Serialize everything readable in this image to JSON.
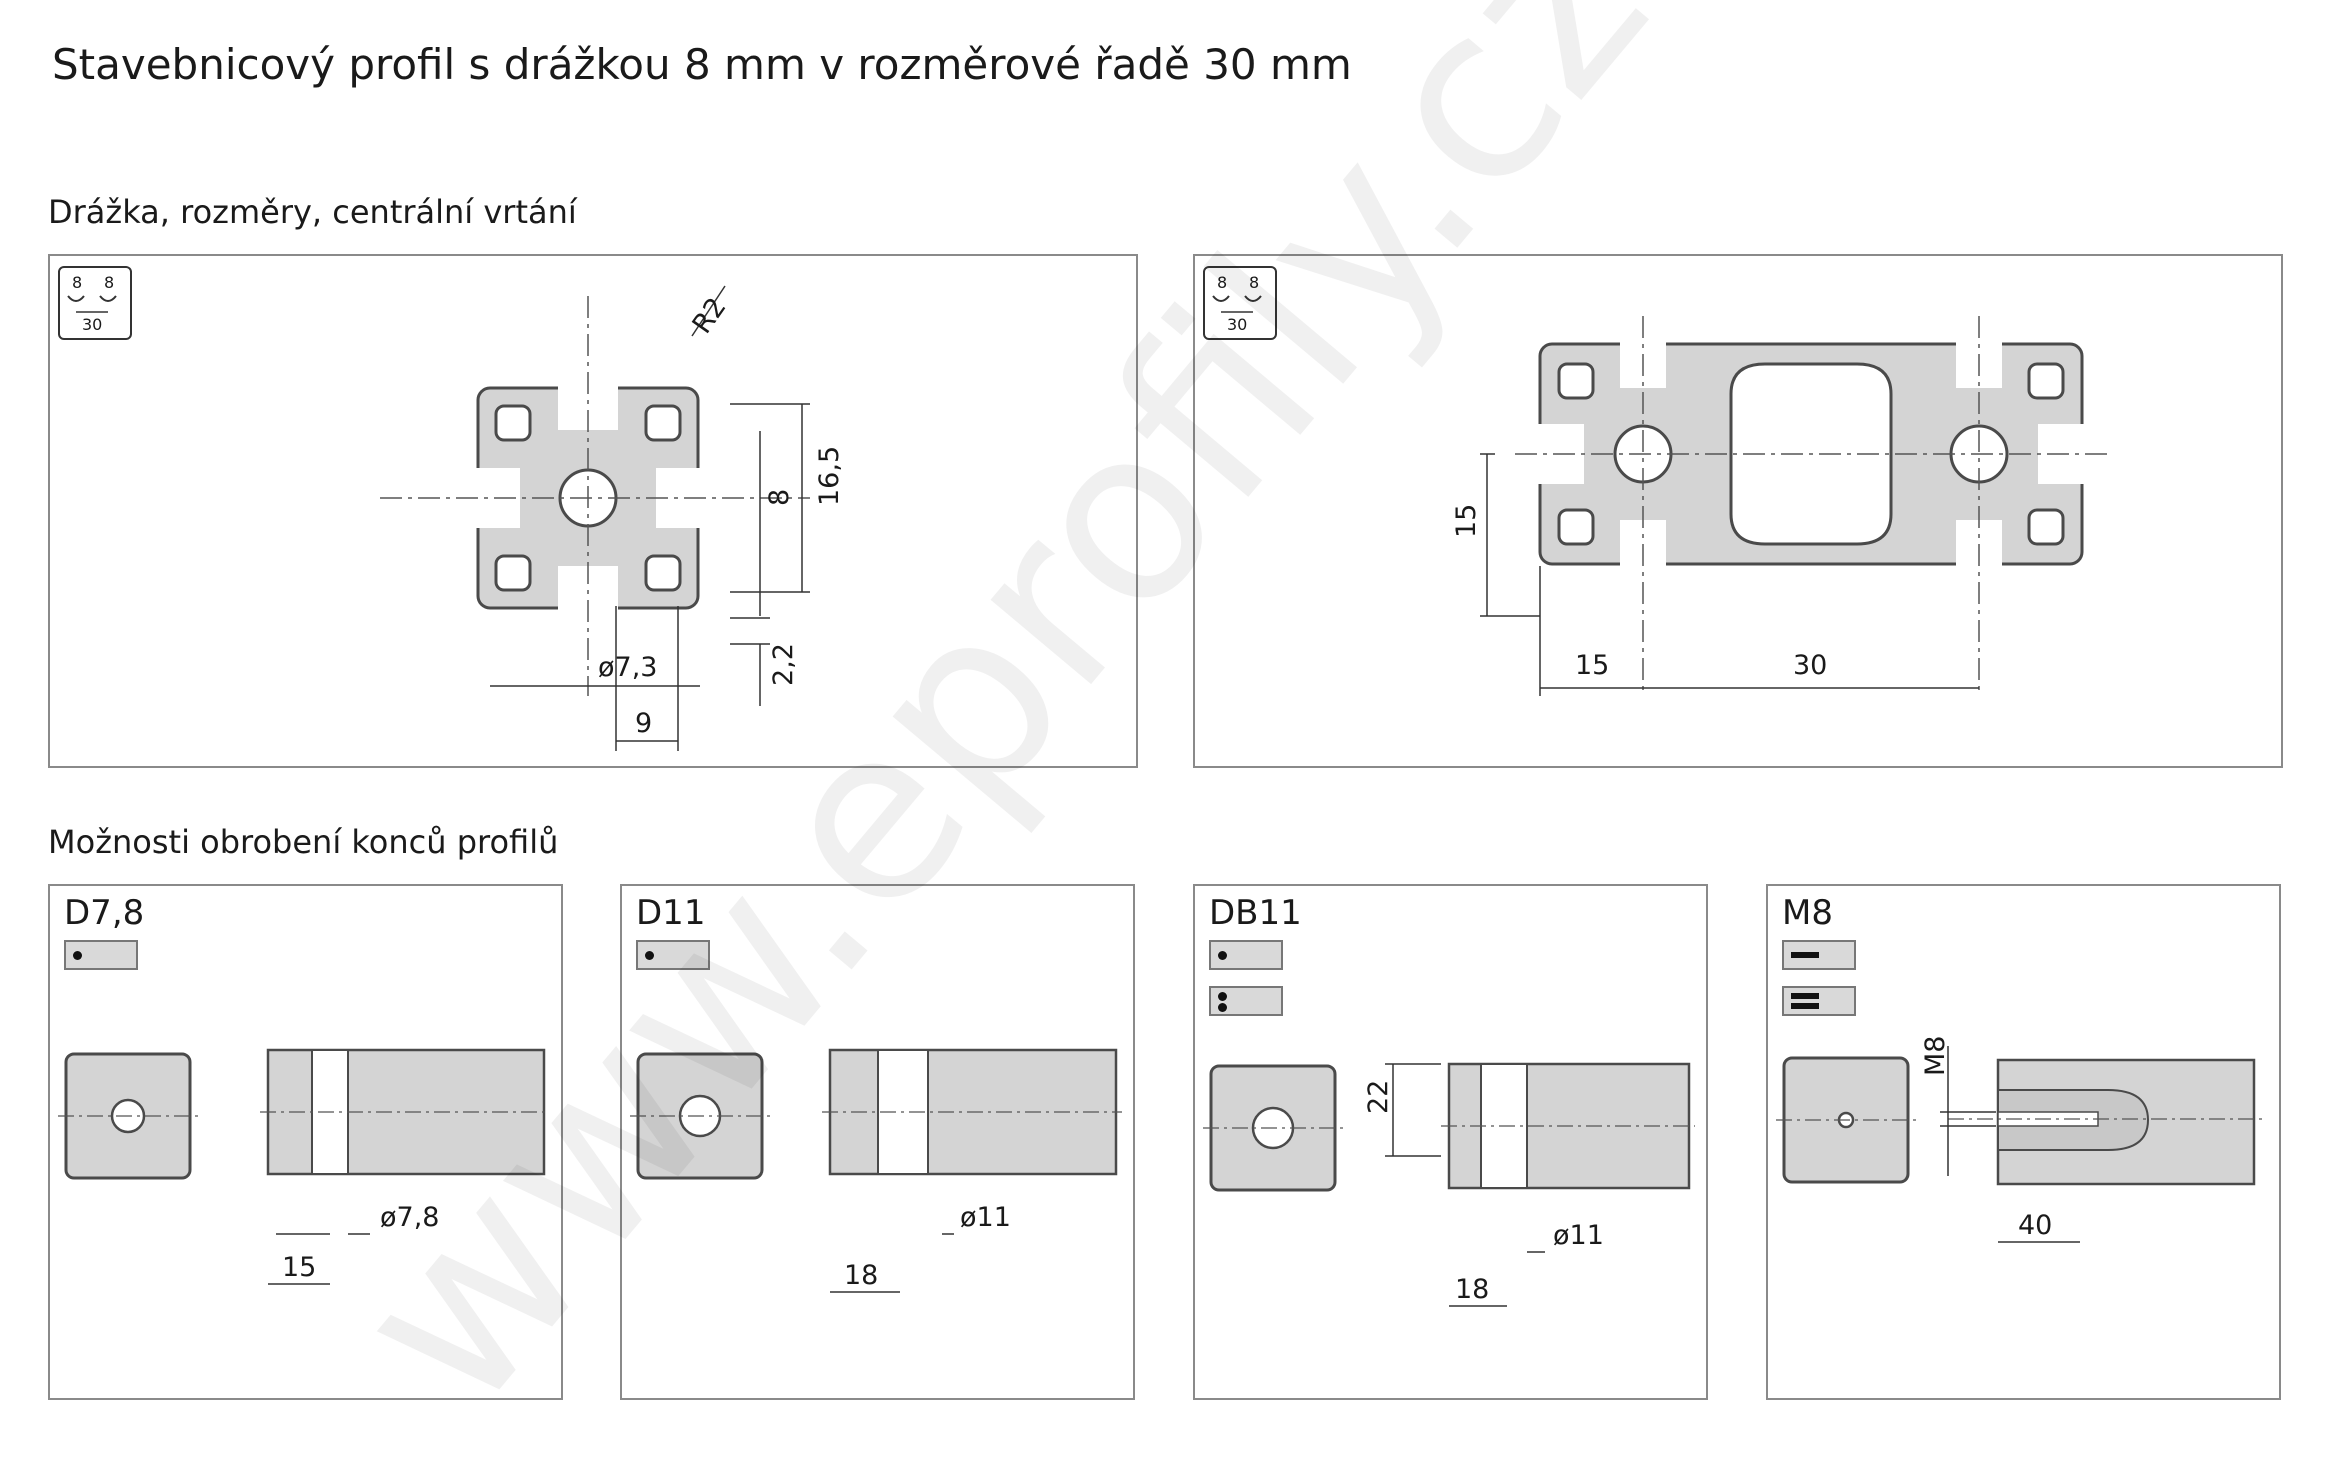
{
  "title": "Stavebnicový profil s drážkou 8 mm v rozměrové řadě 30 mm",
  "section_groove": "Drážka, rozměry, centrální vrtání",
  "section_ends": "Možnosti obrobení konců profilů",
  "watermark": "www.eprofily.cz",
  "groove_icon": {
    "left": "8",
    "right": "8",
    "bottom": "30"
  },
  "panel_single": {
    "radius": "R2",
    "dim_groove": "8",
    "dim_inner": "16,5",
    "dim_bore": "ø7,3",
    "dim_depth": "2,2",
    "dim_nine": "9"
  },
  "panel_double": {
    "dim_height": "15",
    "dim_left": "15",
    "dim_mid": "30"
  },
  "end_panels": [
    {
      "label": "D7,8",
      "dia": "ø7,8",
      "dist": "15"
    },
    {
      "label": "D11",
      "dia": "ø11",
      "dist": "18"
    },
    {
      "label": "DB11",
      "dia": "ø11",
      "dist": "18",
      "height": "22"
    },
    {
      "label": "M8",
      "thread": "M8",
      "depth": "40"
    }
  ],
  "colors": {
    "profile_fill": "#d4d4d4",
    "outline": "#4a4a4a",
    "border": "#8a8a8a",
    "hatch": "#777777"
  }
}
